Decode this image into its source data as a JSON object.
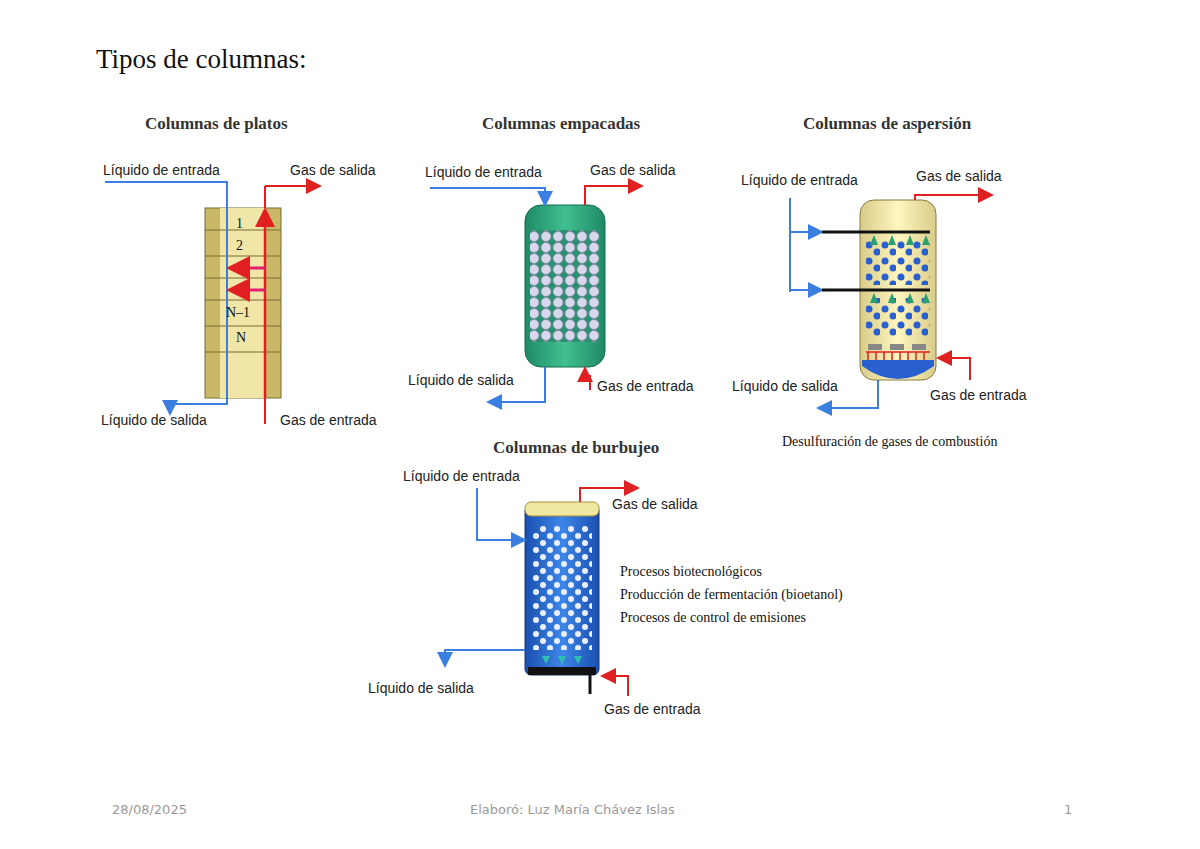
{
  "diagram": {
    "title": "Tipos de columnas:",
    "nodes": [
      {
        "text": [
          "Columnas de platos"
        ]
      },
      {
        "text": [
          "Columnas empacadas"
        ]
      },
      {
        "text": [
          "Columnas de aspersión"
        ]
      },
      {
        "text": [
          "Columnas de burbujeo"
        ]
      }
    ],
    "labels": [
      "Líquido de entrada",
      "Gas de salida",
      "1",
      "2",
      "N–1",
      "N",
      "Líquido de salida",
      "Gas de entrada",
      "Líquido de entrada",
      "Gas de salida",
      "Líquido de salida",
      "Gas de entrada",
      "Líquido de entrada",
      "Gas de salida",
      "Líquido de salida",
      "Gas de entrada",
      "Desulfuración de gases de combustión",
      "Líquido de entrada",
      "Gas de salida",
      "Procesos biotecnológicos",
      "Producción de fermentación (bioetanol)",
      "Procesos de control de emisiones",
      "Líquido de salida",
      "Gas de entrada",
      "28/08/2025",
      "Elaboró: Luz María Chávez Islas",
      "1"
    ]
  }
}
